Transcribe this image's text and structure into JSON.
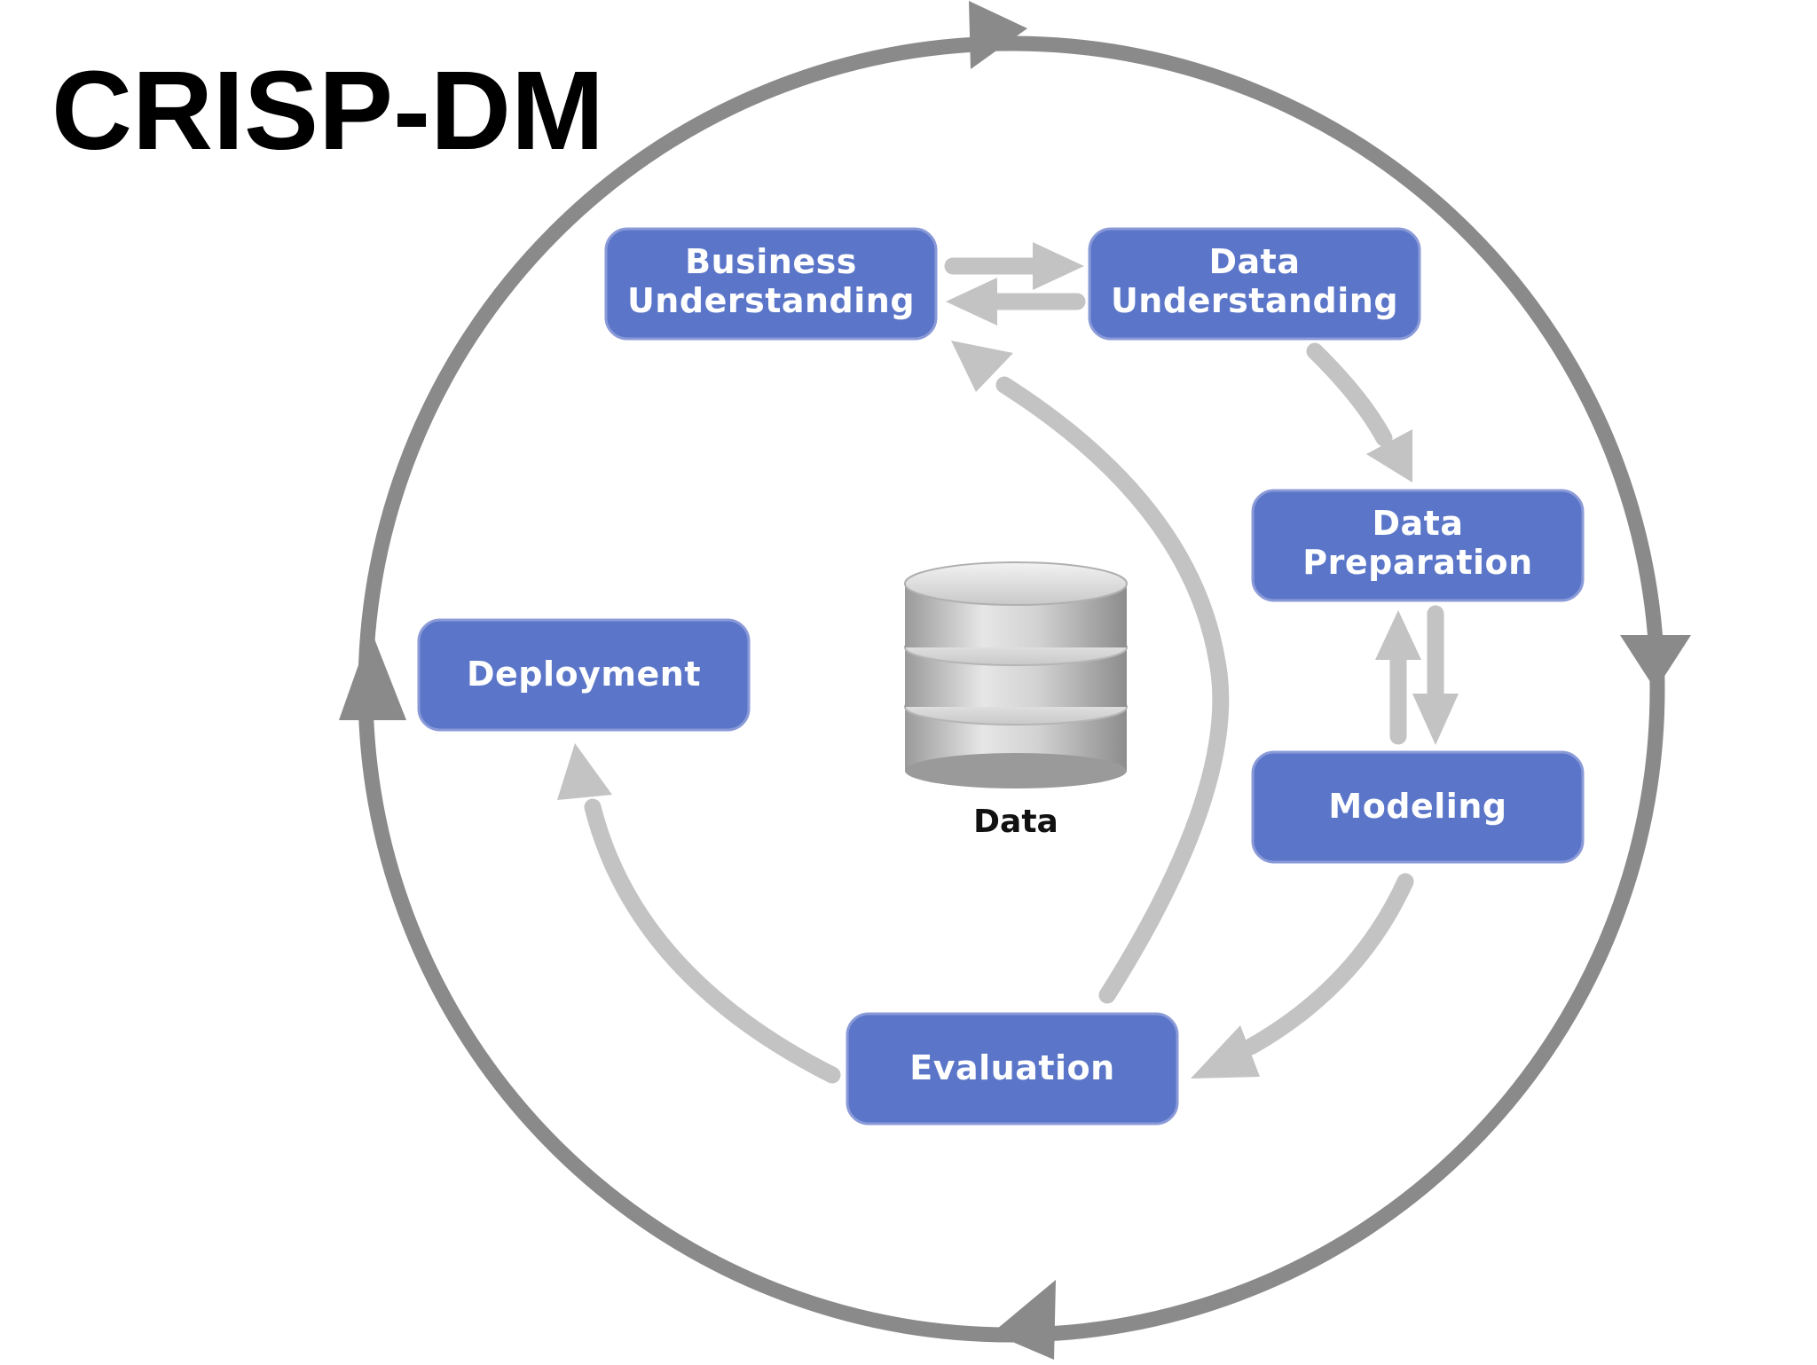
{
  "title": "CRISP-DM",
  "colors": {
    "node_fill": "#5b76c8",
    "node_stroke": "#8a9ad8",
    "outer_cycle": "#8a8a8a",
    "inner_arrows": "#c3c3c3",
    "background": "#ffffff"
  },
  "phases": {
    "business_understanding": {
      "line1": "Business",
      "line2": "Understanding"
    },
    "data_understanding": {
      "line1": "Data",
      "line2": "Understanding"
    },
    "data_preparation": {
      "line1": "Data",
      "line2": "Preparation"
    },
    "modeling": {
      "label": "Modeling"
    },
    "evaluation": {
      "label": "Evaluation"
    },
    "deployment": {
      "label": "Deployment"
    }
  },
  "center": {
    "icon": "database-icon",
    "label": "Data"
  }
}
